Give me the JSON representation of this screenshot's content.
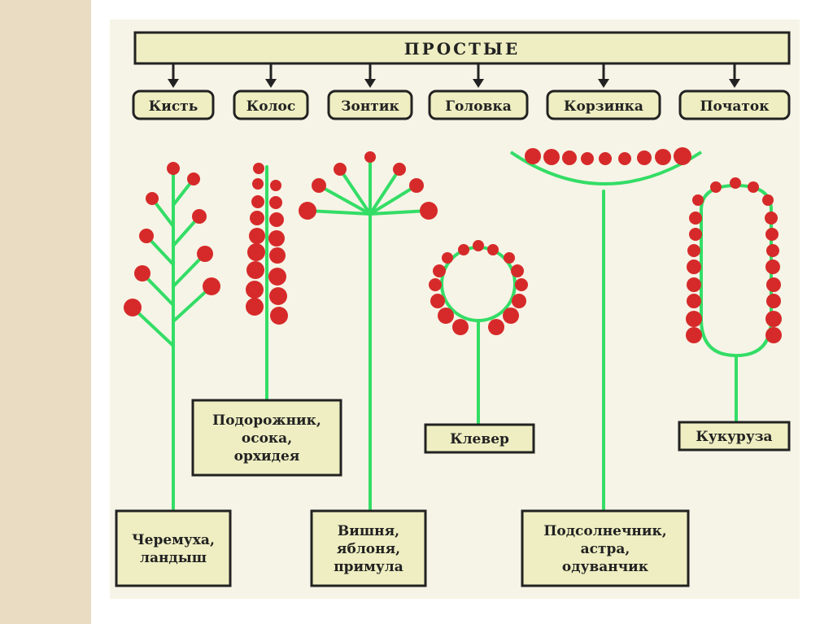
{
  "title": "ПРОСТЫЕ",
  "types": [
    {
      "name": "Кисть",
      "examples": [
        "Черемуха,",
        "ландыш"
      ]
    },
    {
      "name": "Колос",
      "examples": [
        "Подорожник,",
        "осока,",
        "орхидея"
      ]
    },
    {
      "name": "Зонтик",
      "examples": [
        "Вишня,",
        "яблоня,",
        "примула"
      ]
    },
    {
      "name": "Головка",
      "examples": [
        "Клевер"
      ]
    },
    {
      "name": "Корзинка",
      "examples": [
        "Подсолнечник,",
        "астра,",
        "одуванчик"
      ]
    },
    {
      "name": "Початок",
      "examples": [
        "Кукуруза"
      ]
    }
  ],
  "colors": {
    "title_bg": "#eeeec2",
    "stem": "#33dd66",
    "flower": "#d62a2a",
    "frame": "#222222",
    "panel": "#f6f4e6"
  }
}
